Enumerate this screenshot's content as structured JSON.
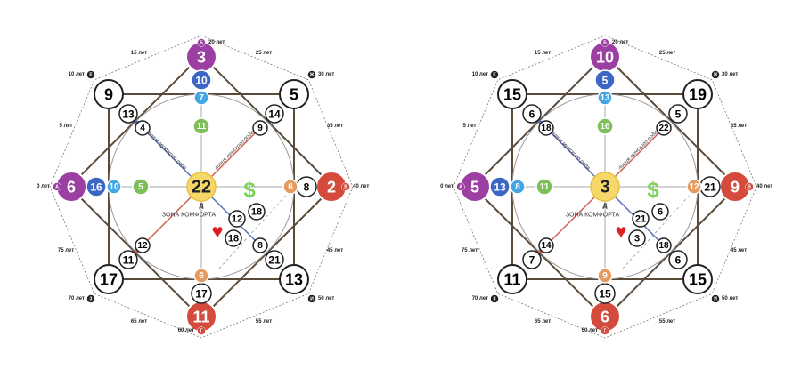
{
  "charts": [
    {
      "points": {
        "A": {
          "value": "6",
          "letter": "А",
          "age": "0 лет",
          "color": "#9b3fa2"
        },
        "B": {
          "value": "3",
          "letter": "Б",
          "age": "20 лет",
          "color": "#9b3fa2"
        },
        "V": {
          "value": "2",
          "letter": "В",
          "age": "40 лет",
          "color": "#d44a3c"
        },
        "G": {
          "value": "11",
          "letter": "Г",
          "age": "60 лет",
          "color": "#d44a3c"
        },
        "E": {
          "value": "9",
          "letter": "Е",
          "age": "10 лет"
        },
        "Zh": {
          "value": "5",
          "letter": "Ж",
          "age": "30 лет"
        },
        "Z": {
          "value": "13",
          "letter": "И",
          "age": "50 лет"
        },
        "I": {
          "value": "17",
          "letter": "З",
          "age": "70 лет"
        }
      },
      "center": {
        "value": "22",
        "letter": "Д"
      },
      "inner": {
        "top1": "10",
        "top2": "7",
        "top3": "11",
        "left1": "16",
        "left2": "10",
        "left3": "5",
        "right1": "8",
        "right2": "6",
        "bottom1": "17",
        "bottom2": "6",
        "tl": "13",
        "tl2": "4",
        "tr": "14",
        "tr2": "9",
        "br": "21",
        "br2": "8",
        "bl": "11",
        "bl2": "12",
        "money": "12",
        "money2": "18",
        "love": "18"
      },
      "comfort_zone": "ЗОНА КОМФОРТА",
      "male_line": "линия мужского рода",
      "female_line": "линия женского рода",
      "ring_labels": {
        "r15": "15 лет",
        "r25": "25 лет",
        "r35": "35 лет",
        "r45": "45 лет",
        "r55": "55 лет",
        "r65": "65 лет",
        "r75": "75 лет",
        "r5": "5 лет"
      }
    },
    {
      "points": {
        "A": {
          "value": "5",
          "letter": "А",
          "age": "0 лет",
          "color": "#9b3fa2"
        },
        "B": {
          "value": "10",
          "letter": "Б",
          "age": "20 лет",
          "color": "#9b3fa2"
        },
        "V": {
          "value": "9",
          "letter": "В",
          "age": "40 лет",
          "color": "#d44a3c"
        },
        "G": {
          "value": "6",
          "letter": "Г",
          "age": "60 лет",
          "color": "#d44a3c"
        },
        "E": {
          "value": "15",
          "letter": "Е",
          "age": "10 лет"
        },
        "Zh": {
          "value": "19",
          "letter": "Ж",
          "age": "30 лет"
        },
        "Z": {
          "value": "15",
          "letter": "И",
          "age": "50 лет"
        },
        "I": {
          "value": "11",
          "letter": "З",
          "age": "70 лет"
        }
      },
      "center": {
        "value": "3",
        "letter": "Д"
      },
      "inner": {
        "top1": "5",
        "top2": "13",
        "top3": "16",
        "left1": "13",
        "left2": "8",
        "left3": "11",
        "right1": "21",
        "right2": "12",
        "bottom1": "15",
        "bottom2": "9",
        "tl": "6",
        "tl2": "18",
        "tr": "5",
        "tr2": "22",
        "br": "6",
        "br2": "18",
        "bl": "7",
        "bl2": "14",
        "money": "21",
        "money2": "6",
        "love": "3"
      },
      "comfort_zone": "ЗОНА КОМФОРТА",
      "male_line": "линия мужского рода",
      "female_line": "линия женского рода",
      "ring_labels": {
        "r15": "15 лет",
        "r25": "25 лет",
        "r35": "35 лет",
        "r45": "45 лет",
        "r55": "55 лет",
        "r65": "65 лет",
        "r75": "75 лет",
        "r5": "5 лет"
      }
    }
  ],
  "colors": {
    "purple": "#9b3fa2",
    "red": "#d44a3c",
    "blue": "#3b66c4",
    "lightblue": "#41a6e6",
    "green": "#7fbf5a",
    "yellow": "#f6d86a",
    "orange": "#e59a5f",
    "heart": "#e02020",
    "dollar": "#7dd35a"
  }
}
